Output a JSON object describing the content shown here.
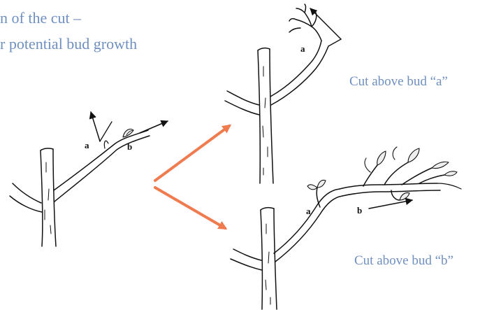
{
  "heading": {
    "line1": "n of the cut –",
    "line2": "r potential bud growth"
  },
  "captions": {
    "cut_a": "Cut above bud “a”",
    "cut_b": "Cut above bud “b”"
  },
  "bud_labels": {
    "a": "a",
    "b": "b"
  },
  "colors": {
    "caption_text": "#6f8fc0",
    "transition_arrow": "#f07b4f",
    "ink": "#111111"
  }
}
